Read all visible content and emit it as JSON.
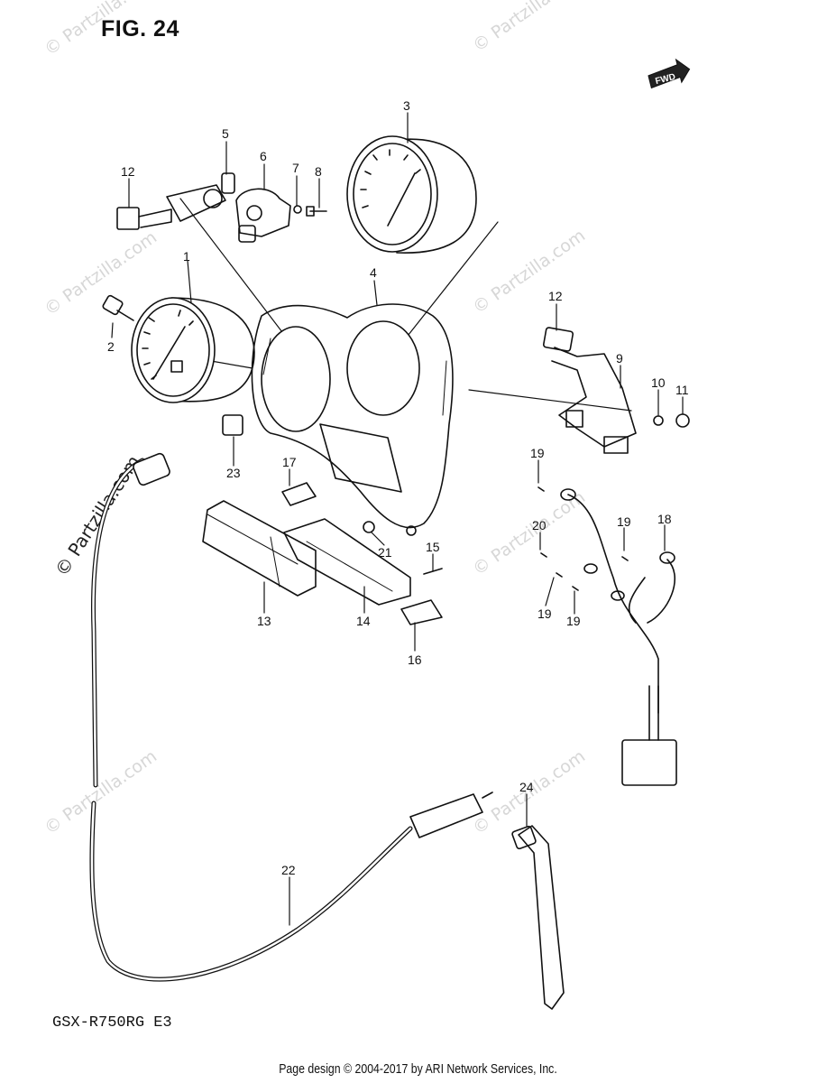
{
  "figure": {
    "title": "FIG. 24",
    "model_code": "GSX-R750RG  E3",
    "fwd_label": "FWD"
  },
  "callouts": [
    "1",
    "2",
    "3",
    "4",
    "5",
    "6",
    "7",
    "8",
    "9",
    "10",
    "11",
    "12",
    "12",
    "13",
    "14",
    "15",
    "16",
    "17",
    "18",
    "19",
    "19",
    "19",
    "19",
    "20",
    "21",
    "22",
    "23",
    "24"
  ],
  "watermark": {
    "text": "© Partzilla.com"
  },
  "footer": {
    "text": "Page design © 2004-2017 by ARI Network Services, Inc."
  }
}
